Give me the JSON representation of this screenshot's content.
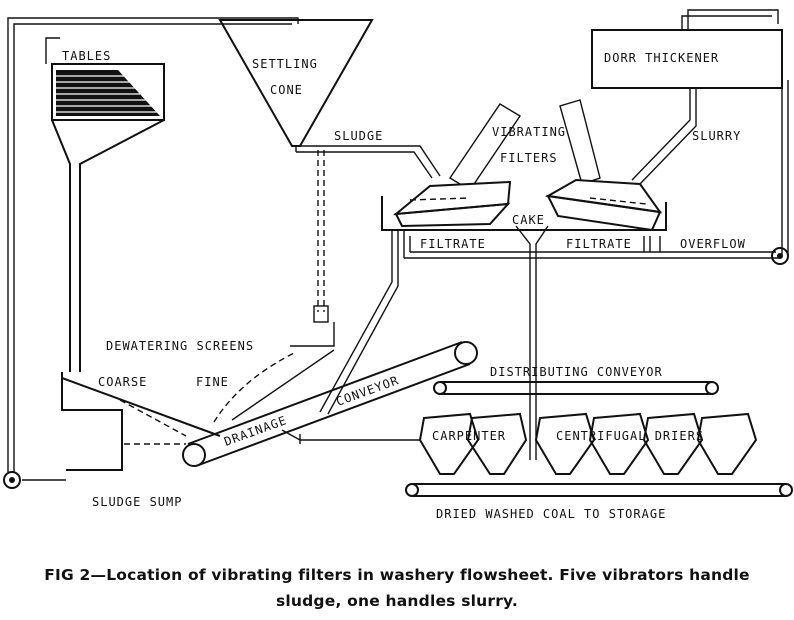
{
  "labels": {
    "tables": "TABLES",
    "settling_cone_1": "SETTLING",
    "settling_cone_2": "CONE",
    "dorr_thickener": "DORR THICKENER",
    "sludge": "SLUDGE",
    "slurry": "SLURRY",
    "vibrating_1": "VIBRATING",
    "vibrating_2": "FILTERS",
    "cake": "CAKE",
    "filtrate_left": "FILTRATE",
    "filtrate_right": "FILTRATE",
    "overflow": "OVERFLOW",
    "dewatering_screens": "DEWATERING SCREENS",
    "coarse": "COARSE",
    "fine": "FINE",
    "drainage": "DRAINAGE",
    "conveyor": "CONVEYOR",
    "distributing_conveyor": "DISTRIBUTING CONVEYOR",
    "carpenter": "CARPENTER",
    "centrifugal_driers": "CENTRIFUGAL DRIERS",
    "sludge_sump": "SLUDGE SUMP",
    "dried_washed_coal": "DRIED WASHED COAL TO STORAGE"
  },
  "caption": {
    "line1": "FIG 2—Location of vibrating filters in washery flowsheet. Five vibrators handle",
    "line2": "sludge, one handles slurry."
  }
}
